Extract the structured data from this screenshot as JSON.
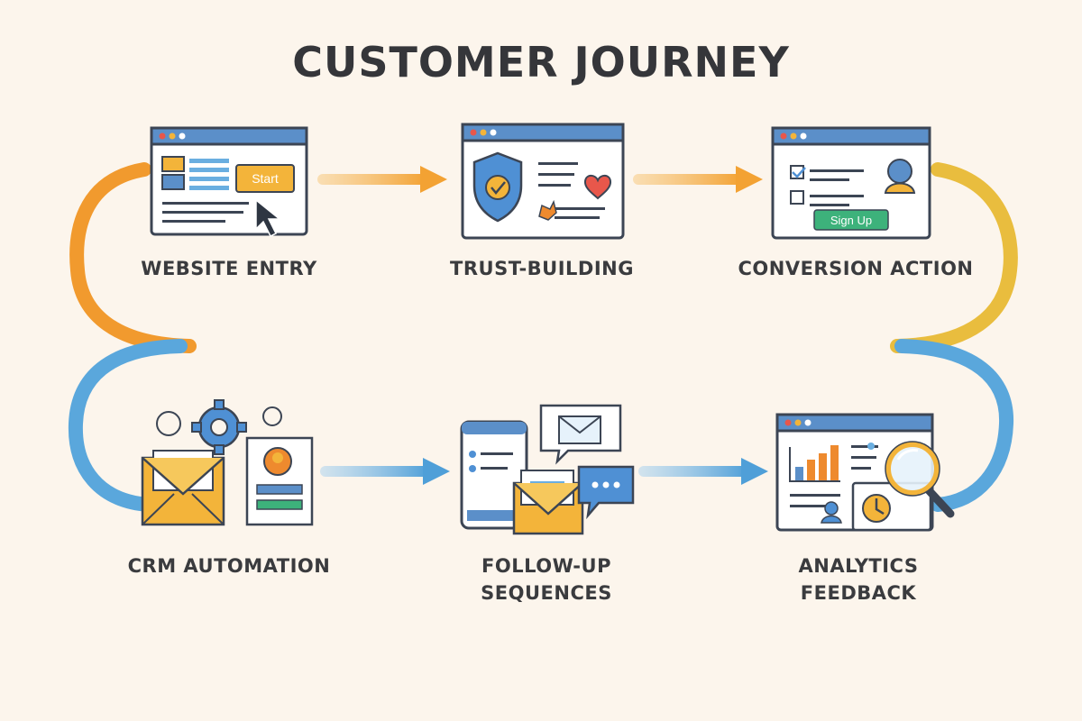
{
  "title": "CUSTOMER JOURNEY",
  "colors": {
    "background": "#fcf5ec",
    "orange": "#f3a233",
    "yellow": "#ecc042",
    "blue": "#4f9fd8",
    "frame": "#3c4554",
    "titlebar": "#5b8fc9",
    "green": "#3db27b"
  },
  "steps": [
    {
      "id": "website-entry",
      "label_lines": [
        "WEBSITE ENTRY"
      ],
      "button_text": "Start",
      "icon": "browser-cursor-icon"
    },
    {
      "id": "trust-building",
      "label_lines": [
        "TRUST-BUILDING"
      ],
      "icon": "shield-check-icon"
    },
    {
      "id": "conversion-action",
      "label_lines": [
        "CONVERSION ACTION"
      ],
      "button_text": "Sign Up",
      "icon": "signup-form-icon"
    },
    {
      "id": "crm-automation",
      "label_lines": [
        "CRM AUTOMATION"
      ],
      "icon": "gear-envelope-icon"
    },
    {
      "id": "follow-up-sequences",
      "label_lines": [
        "FOLLOW-UP",
        "SEQUENCES"
      ],
      "icon": "phone-mail-chat-icon"
    },
    {
      "id": "analytics-feedback",
      "label_lines": [
        "ANALYTICS",
        "FEEDBACK"
      ],
      "icon": "chart-magnifier-icon"
    }
  ]
}
